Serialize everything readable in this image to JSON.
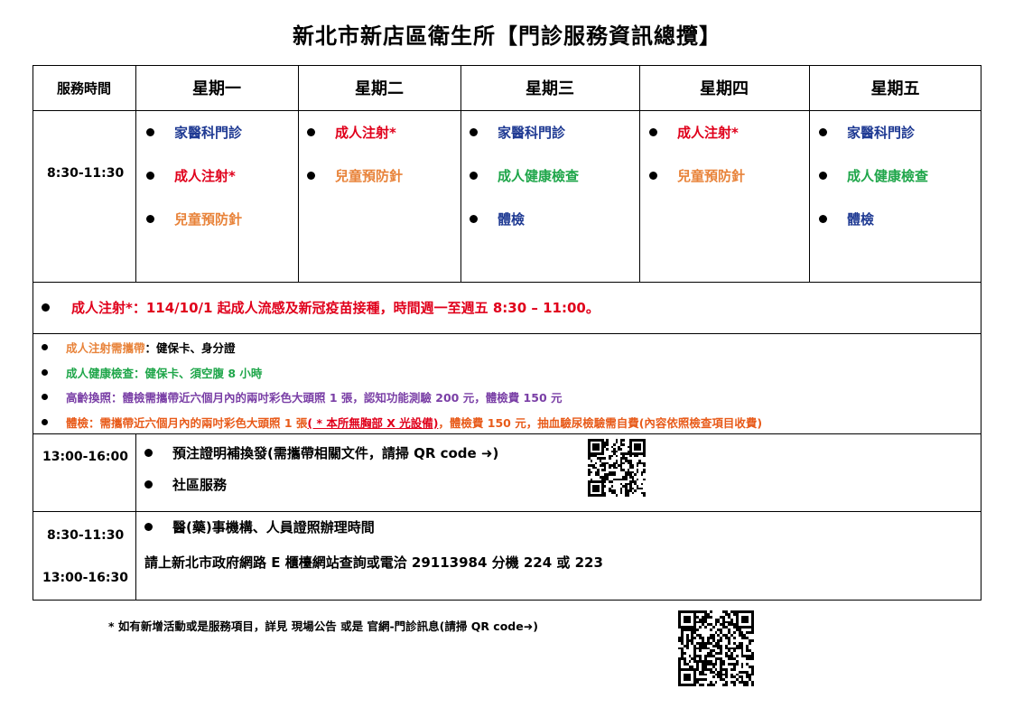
{
  "title": "新北市新店區衛生所【門診服務資訊總攬】",
  "header": {
    "time_col": "服務時間",
    "days": [
      "星期一",
      "星期二",
      "星期三",
      "星期四",
      "星期五"
    ]
  },
  "morning": {
    "time": "8:30-11:30",
    "mon": [
      "家醫科門診",
      "成人注射*",
      "兒童預防針"
    ],
    "tue": [
      "成人注射*",
      "兒童預防針"
    ],
    "wed": [
      "家醫科門診",
      "成人健康檢查",
      "體檢"
    ],
    "thu": [
      "成人注射*",
      "兒童預防針"
    ],
    "fri": [
      "家醫科門診",
      "成人健康檢查",
      "體檢"
    ]
  },
  "injection_note": "成人注射*：114/10/1 起成人流感及新冠疫苗接種，時間週一至週五 8:30 – 11:00。",
  "notes": {
    "n1_label": "成人注射需攜帶",
    "n1_text": "：健保卡、身分證",
    "n2": "成人健康檢查：健保卡、須空腹 8 小時",
    "n3": "高齡換照：體檢需攜帶近六個月內的兩吋彩色大頭照 1 張，認知功能測驗 200 元，體檢費 150 元",
    "n4_a": "體檢：需攜帶近六個月內的兩吋彩色大頭照 1 張",
    "n4_b": "( * 本所無胸部 X 光設備)",
    "n4_c": "，體檢費 150 元，抽血驗尿檢驗需自費(內容依照檢查項目收費)"
  },
  "afternoon": {
    "time": "13:00-16:00",
    "item1": "預注證明補換發(需攜帶相關文件，請掃 QR code ➜)",
    "item2": "社區服務"
  },
  "license": {
    "time1": "8:30-11:30",
    "time2": "13:00-16:30",
    "item": "醫(藥)事機構、人員證照辦理時間",
    "info": "請上新北市政府網路 E 櫃檯網站查詢或電洽 29113984 分機 224 或 223"
  },
  "footer": "* 如有新增活動或是服務項目，詳見  現場公告  或是  官網-門診訊息(請掃 QR code➜)",
  "colors": {
    "navy": "#1f3a93",
    "red": "#e0001b",
    "orange": "#e8833a",
    "green": "#1fa64a",
    "purple": "#7a3fa6"
  }
}
